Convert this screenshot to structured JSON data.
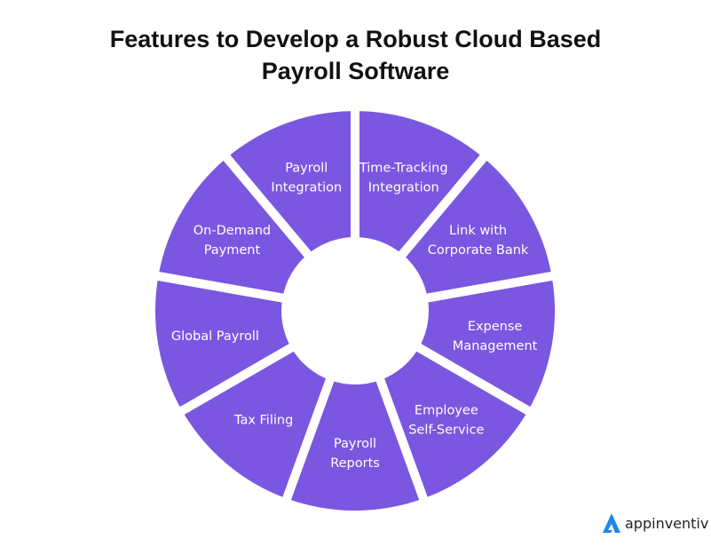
{
  "title": {
    "line1": "Features to Develop a Robust Cloud Based",
    "line2": "Payroll Software"
  },
  "segments": [
    {
      "lines": [
        "Payroll",
        "Integration"
      ]
    },
    {
      "lines": [
        "Time-Tracking",
        "Integration"
      ]
    },
    {
      "lines": [
        "Link with",
        "Corporate Bank"
      ]
    },
    {
      "lines": [
        "Expense",
        "Management"
      ]
    },
    {
      "lines": [
        "Employee",
        "Self-Service"
      ]
    },
    {
      "lines": [
        "Payroll",
        "Reports"
      ]
    },
    {
      "lines": [
        "Tax Filing"
      ]
    },
    {
      "lines": [
        "Global Payroll"
      ]
    },
    {
      "lines": [
        "On-Demand",
        "Payment"
      ]
    }
  ],
  "logo": {
    "text": "appinventiv"
  },
  "colors": {
    "segment": "#7B56E0",
    "logo": "#1E88E5"
  }
}
